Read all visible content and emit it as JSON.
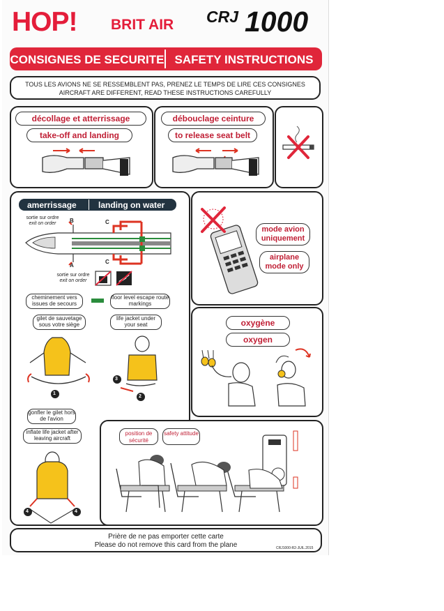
{
  "header": {
    "logo_text": "HOP!",
    "brand": "BRIT AIR",
    "model_prefix": "CRJ",
    "model_number": "1000",
    "brand_color": "#e41d3a"
  },
  "banner": {
    "left": "CONSIGNES DE SECURITE",
    "right": "SAFETY INSTRUCTIONS"
  },
  "notice": {
    "line1": "TOUS LES AVIONS NE SE RESSEMBLENT PAS, PRENEZ LE TEMPS DE LIRE CES CONSIGNES",
    "line2": "AIRCRAFT ARE DIFFERENT, READ THESE INSTRUCTIONS CAREFULLY"
  },
  "seatbelt_fasten": {
    "fr": "décollage et atterrissage",
    "en": "take-off and landing"
  },
  "seatbelt_release": {
    "fr": "débouclage ceinture",
    "en": "to release seat belt"
  },
  "no_smoking": {
    "icon": "no-smoking-icon"
  },
  "ditching": {
    "fr": "amerrissage",
    "en": "landing on water",
    "exit_label_b": "B",
    "exit_label_a": "A",
    "exit_label_c_top": "C",
    "exit_label_c_bottom": "C",
    "exit_fr_top": "sortie sur ordre",
    "exit_en_top": "exit on order",
    "exit_fr_bottom": "sortie sur ordre",
    "exit_en_bottom": "exit on order",
    "path_fr": "cheminement vers issues de secours",
    "path_en": "floor level escape route markings",
    "vest_fr": "gilet de sauvetage sous votre siège",
    "vest_en": "life jacket under your seat",
    "inflate_fr": "gonfler le gilet hors de l'avion",
    "inflate_en": "inflate life jacket after leaving aircraft",
    "step1": "1",
    "step2": "2",
    "step3": "3",
    "step4": "4"
  },
  "phone": {
    "fr": "mode avion uniquement",
    "en": "airplane mode only"
  },
  "oxygen": {
    "fr": "oxygène",
    "en": "oxygen"
  },
  "brace": {
    "fr": "position de sécurité",
    "en": "safety attitude"
  },
  "footer": {
    "line1": "Prière de ne pas emporter cette carte",
    "line2": "Please do not remove this card from the plane",
    "code": "CRJ1000-R2-JUIL.2015"
  }
}
